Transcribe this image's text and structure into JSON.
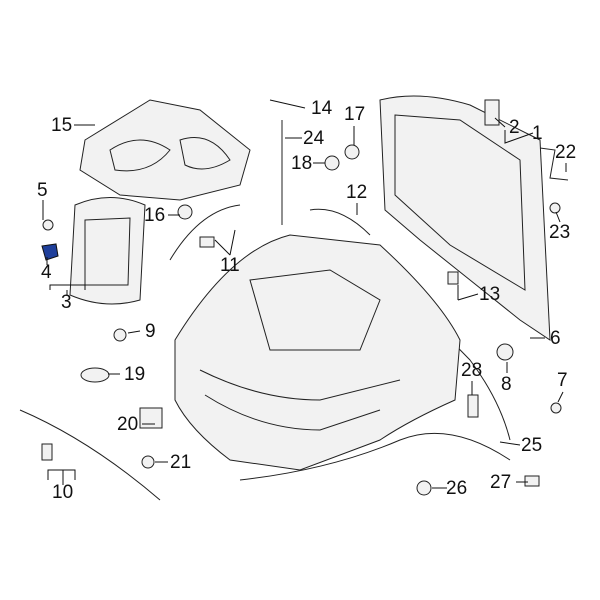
{
  "diagram": {
    "highlight_color": "#1f3f9a",
    "highlighted_part": "4",
    "callouts": [
      "1",
      "2",
      "3",
      "4",
      "5",
      "6",
      "7",
      "8",
      "9",
      "10",
      "11",
      "12",
      "13",
      "14",
      "15",
      "16",
      "17",
      "18",
      "19",
      "20",
      "21",
      "22",
      "23",
      "24",
      "25",
      "26",
      "27",
      "28"
    ]
  }
}
